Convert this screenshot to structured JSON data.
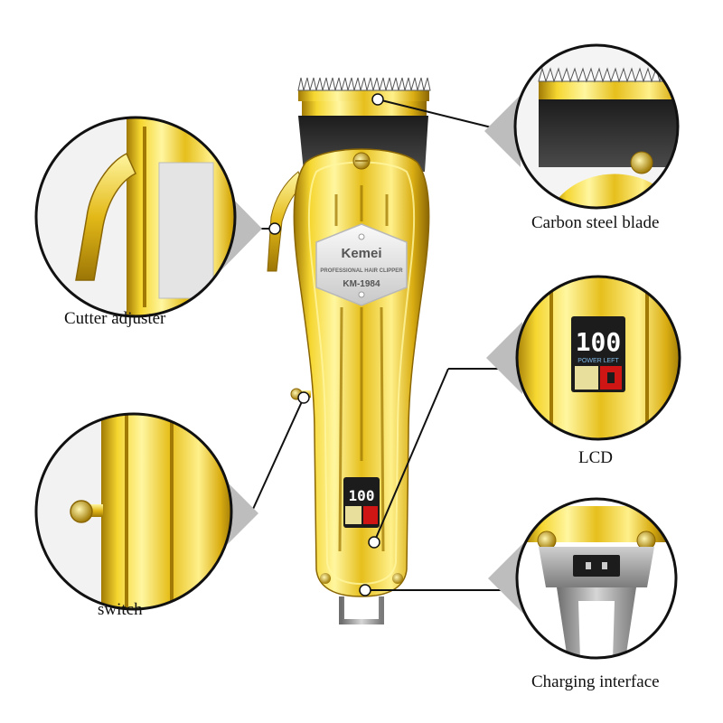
{
  "callouts": {
    "cutter_adjuster": "Cutter adjuster",
    "carbon_steel_blade": "Carbon steel blade",
    "lcd": "LCD",
    "switch": "switch",
    "charging_interface": "Charging interface"
  },
  "product": {
    "brand": "Kemei",
    "tagline": "PROFESSIONAL HAIR CLIPPER",
    "model": "KM-1984"
  },
  "lcd": {
    "reading": "100",
    "caption": "POWER LEFT"
  },
  "colors": {
    "gold_light": "#fff27a",
    "gold": "#e8c21e",
    "gold_dark": "#a9860a",
    "steel": "#9a9a9a",
    "blade_dark": "#2b2b2b",
    "leader_line": "#111111"
  }
}
